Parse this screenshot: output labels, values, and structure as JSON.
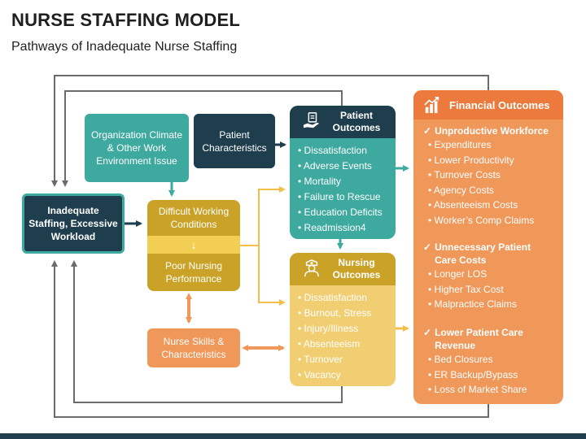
{
  "title": "NURSE STAFFING MODEL",
  "subtitle": "Pathways of Inadequate Nurse Staffing",
  "boxes": {
    "inadequate": "Inadequate Staffing, Excessive Workload",
    "organization": "Organization Climate & Other Work Environment Issue",
    "patient_characteristics": "Patient Characteristics",
    "difficult_working": "Difficult Working Conditions",
    "difficult_arrow": "↓",
    "poor_nursing": "Poor Nursing Performance",
    "nurse_skills": "Nurse Skills & Characteristics"
  },
  "patient_outcomes": {
    "title": "Patient Outcomes",
    "icon": "clipboard-hand-icon",
    "items": [
      "Dissatisfaction",
      "Adverse Events",
      "Mortality",
      "Failure to Rescue",
      "Education Deficits",
      "Readmission4"
    ]
  },
  "nursing_outcomes": {
    "title": "Nursing Outcomes",
    "icon": "nurse-icon",
    "items": [
      "Dissatisfaction",
      "Burnout, Stress",
      "Injury/Illness",
      "Absenteeism",
      "Turnover",
      "Vacancy"
    ]
  },
  "financial_outcomes": {
    "title": "Financial Outcomes",
    "icon": "growth-chart-icon",
    "check": "✓",
    "sections": [
      {
        "heading": "Unproductive Workforce",
        "items": [
          "Expenditures",
          "Lower Productivity",
          "Turnover Costs",
          "Agency Costs",
          "Absenteeism Costs",
          "Worker’s Comp Claims"
        ]
      },
      {
        "heading": "Unnecessary Patient Care Costs",
        "items": [
          "Longer LOS",
          "Higher Tax Cost",
          "Malpractice Claims"
        ]
      },
      {
        "heading": "Lower Patient Care Revenue",
        "items": [
          "Bed Closures",
          "ER Backup/Bypass",
          "Loss of Market Share"
        ]
      }
    ]
  },
  "colors": {
    "teal": "#3ea99f",
    "navy": "#1e3e4e",
    "gold": "#c9a227",
    "light_gold": "#f2ce73",
    "orange": "#f0975a",
    "dark_orange": "#eb7a3c",
    "gray_line": "#6b6b6b"
  }
}
